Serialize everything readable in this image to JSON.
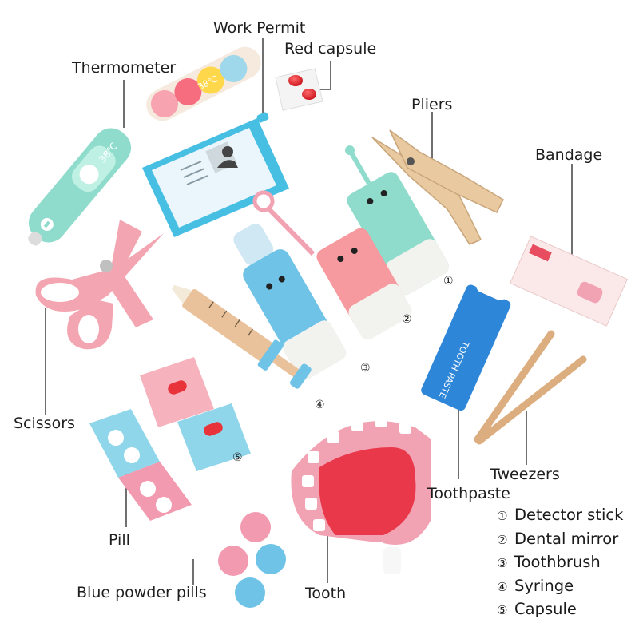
{
  "labels": {
    "work_permit": "Work Permit",
    "red_capsule": "Red capsule",
    "thermometer": "Thermometer",
    "pliers": "Pliers",
    "bandage": "Bandage",
    "scissors": "Scissors",
    "tweezers": "Tweezers",
    "toothpaste": "Toothpaste",
    "pill": "Pill",
    "blue_powder_pills": "Blue powder pills",
    "tooth": "Tooth"
  },
  "legend": [
    {
      "num": "①",
      "text": "Detector stick"
    },
    {
      "num": "②",
      "text": "Dental mirror"
    },
    {
      "num": "③",
      "text": "Toothbrush"
    },
    {
      "num": "④",
      "text": "Syringe"
    },
    {
      "num": "⑤",
      "text": "Capsule"
    }
  ],
  "markers": [
    "①",
    "②",
    "③",
    "④",
    "⑤"
  ],
  "product_text": {
    "toothpaste": "TOOTH PASTE",
    "thermometer": "38℃",
    "stickers": "38℃"
  },
  "colors": {
    "mint": "#8fdccc",
    "pink": "#f2a3b3",
    "blue": "#6ec3e6",
    "toothpaste_blue": "#2e86d8",
    "wood": "#e9c9a0",
    "red": "#e8333b",
    "tongue": "#e8384a"
  }
}
